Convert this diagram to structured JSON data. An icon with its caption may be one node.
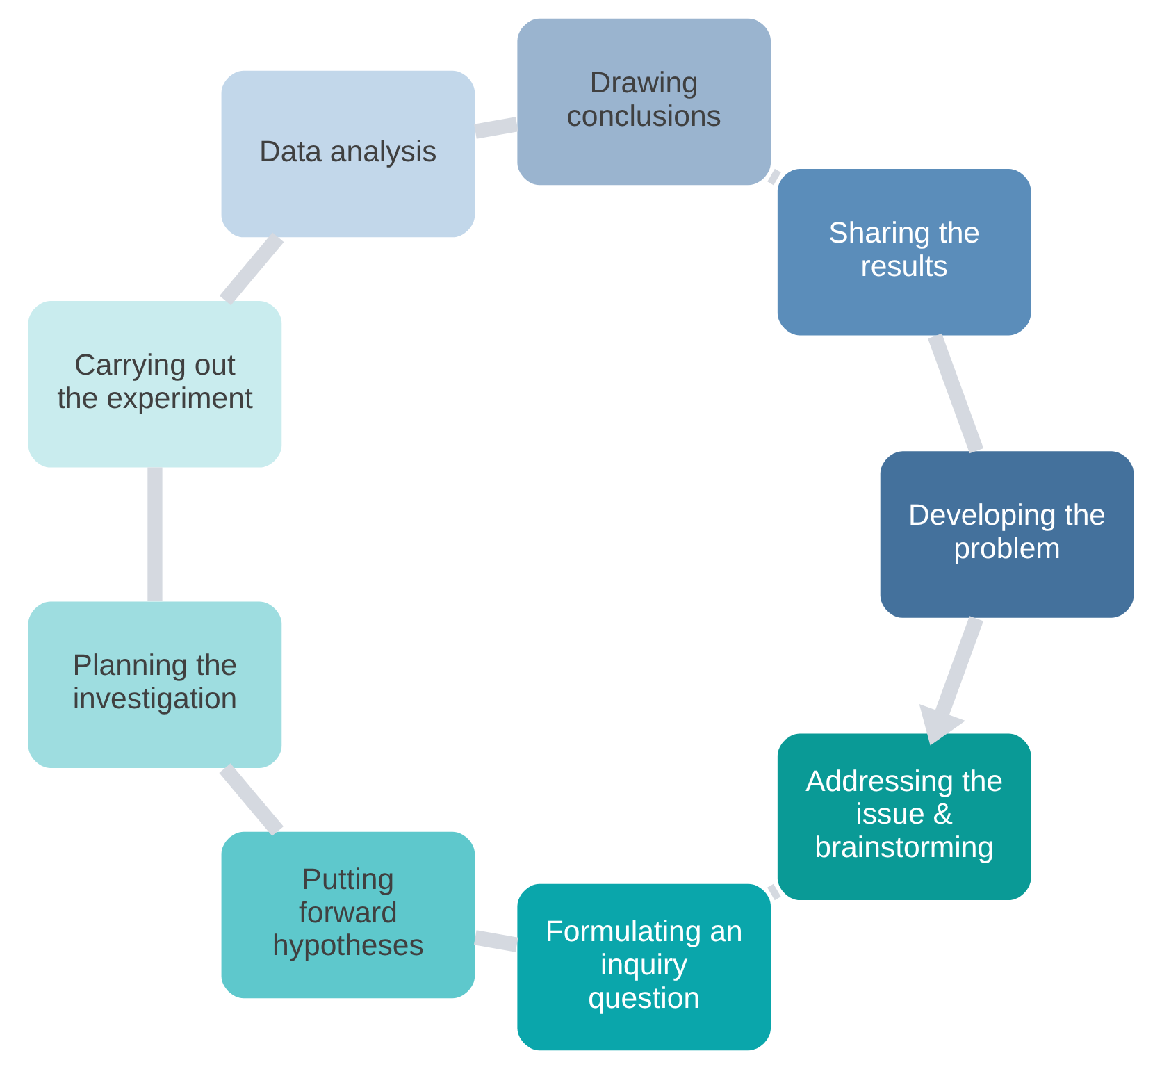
{
  "diagram": {
    "nodes": [
      {
        "text": [
          "Addressing the issue & brainstorming"
        ]
      },
      {
        "text": [
          "Formulating an inquiry question"
        ]
      },
      {
        "text": [
          "Putting forward hypotheses"
        ]
      },
      {
        "text": [
          "Planning the investigation"
        ]
      },
      {
        "text": [
          "Carrying out the experiment"
        ]
      },
      {
        "text": [
          "Data analysis"
        ]
      },
      {
        "text": [
          "Drawing conclusions"
        ]
      },
      {
        "text": [
          "Sharing the results"
        ]
      },
      {
        "text": [
          "Developing the problem"
        ]
      }
    ],
    "edges": [
      {
        "from": 0,
        "to": 1,
        "arrow": "none"
      },
      {
        "from": 1,
        "to": 2,
        "arrow": "none"
      },
      {
        "from": 2,
        "to": 3,
        "arrow": "none"
      },
      {
        "from": 3,
        "to": 4,
        "arrow": "none"
      },
      {
        "from": 4,
        "to": 5,
        "arrow": "none"
      },
      {
        "from": 5,
        "to": 6,
        "arrow": "none"
      },
      {
        "from": 6,
        "to": 7,
        "arrow": "none"
      },
      {
        "from": 7,
        "to": 8,
        "arrow": "none"
      },
      {
        "from": 8,
        "to": 0,
        "arrow": "to"
      }
    ]
  }
}
